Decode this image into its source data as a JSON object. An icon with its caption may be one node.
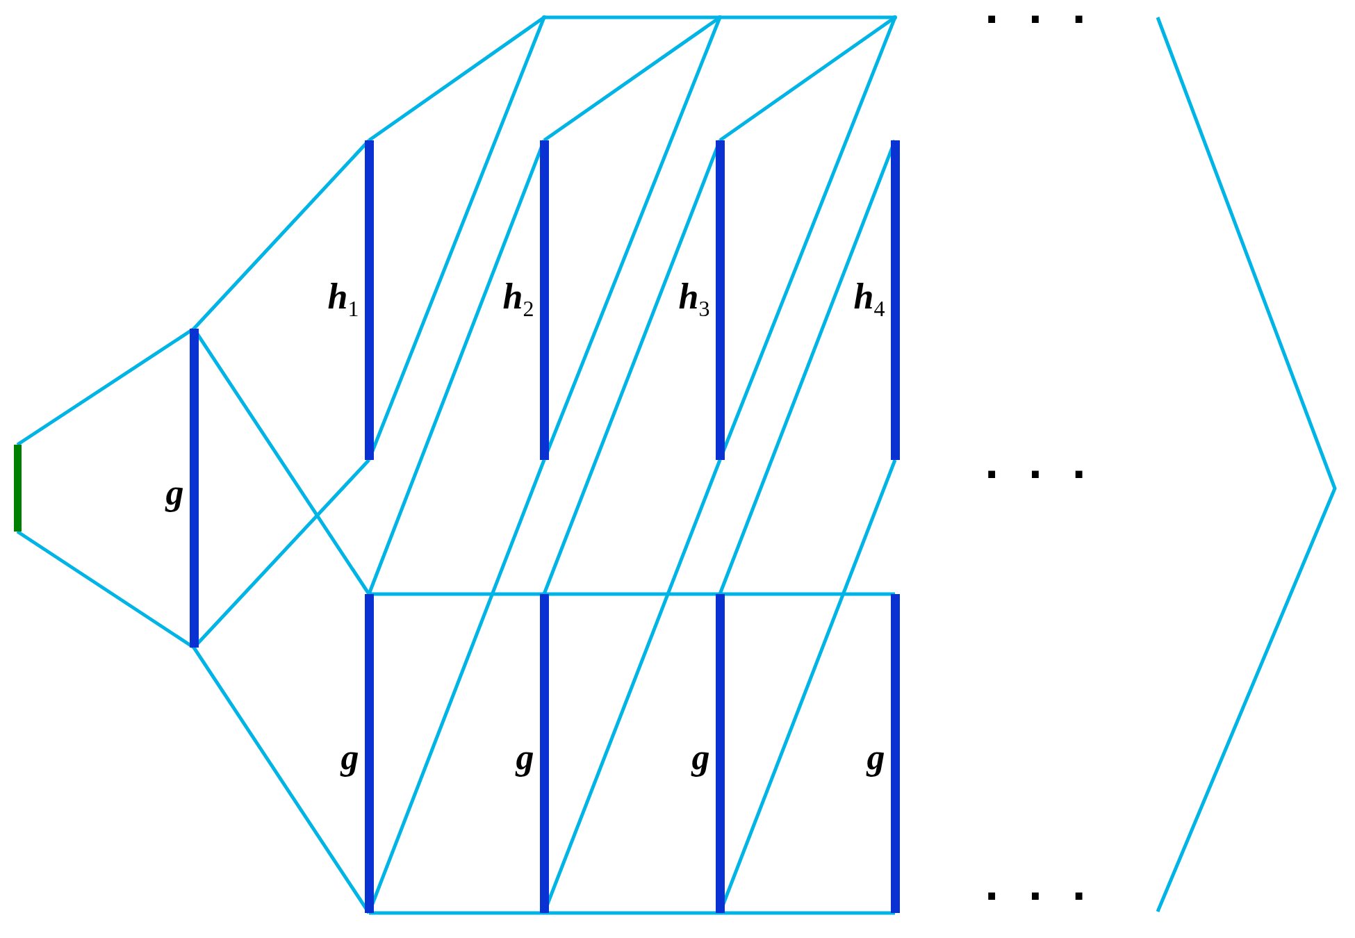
{
  "diagram": {
    "nodes": [
      {
        "text": [],
        "shape": "bar"
      },
      {
        "text": [],
        "shape": "bar",
        "beside": [
          "g"
        ]
      },
      {
        "text": [],
        "shape": "bar",
        "beside": [
          "*h*$_{1}$"
        ]
      },
      {
        "text": [],
        "shape": "bar",
        "beside": [
          "g"
        ]
      },
      {
        "text": [],
        "shape": "dot"
      },
      {
        "text": [],
        "shape": "bar",
        "beside": [
          "*h*$_{2}$"
        ]
      },
      {
        "text": [],
        "shape": "bar",
        "beside": [
          "g"
        ]
      },
      {
        "text": [],
        "shape": "dot"
      },
      {
        "text": [],
        "shape": "bar",
        "beside": [
          "*h*$_{3}$"
        ]
      },
      {
        "text": [],
        "shape": "bar",
        "beside": [
          "g"
        ]
      },
      {
        "text": [],
        "shape": "dot"
      },
      {
        "text": [],
        "shape": "bar",
        "beside": [
          "*h*$_{4}$"
        ]
      },
      {
        "text": [],
        "shape": "bar",
        "beside": [
          "g"
        ]
      }
    ],
    "edges": [
      {
        "from": 0,
        "to": 1,
        "arrow": "none"
      },
      {
        "from": 0,
        "to": 1,
        "arrow": "none"
      },
      {
        "from": 1,
        "to": 2,
        "arrow": "none"
      },
      {
        "from": 1,
        "to": 3,
        "arrow": "none"
      },
      {
        "from": 1,
        "to": 2,
        "arrow": "none"
      },
      {
        "from": 1,
        "to": 3,
        "arrow": "none"
      },
      {
        "from": 2,
        "to": 4,
        "arrow": "none"
      },
      {
        "from": 4,
        "to": 2,
        "arrow": "none"
      },
      {
        "from": 4,
        "to": 7,
        "arrow": "none"
      },
      {
        "from": 7,
        "to": 10,
        "arrow": "none"
      },
      {
        "from": 5,
        "to": 3,
        "arrow": "none"
      },
      {
        "from": 5,
        "to": 3,
        "arrow": "none"
      },
      {
        "from": 5,
        "to": 7,
        "arrow": "none"
      },
      {
        "from": 7,
        "to": 5,
        "arrow": "none"
      },
      {
        "from": 8,
        "to": 6,
        "arrow": "none"
      },
      {
        "from": 8,
        "to": 6,
        "arrow": "none"
      },
      {
        "from": 8,
        "to": 10,
        "arrow": "none"
      },
      {
        "from": 10,
        "to": 8,
        "arrow": "none"
      },
      {
        "from": 11,
        "to": 9,
        "arrow": "none"
      },
      {
        "from": 11,
        "to": 9,
        "arrow": "none"
      },
      {
        "from": 3,
        "to": 6,
        "arrow": "none"
      },
      {
        "from": 6,
        "to": 9,
        "arrow": "none"
      },
      {
        "from": 9,
        "to": 12,
        "arrow": "none"
      },
      {
        "from": 3,
        "to": 6,
        "arrow": "none"
      },
      {
        "from": 6,
        "to": 9,
        "arrow": "none"
      },
      {
        "from": 9,
        "to": 12,
        "arrow": "none"
      }
    ],
    "labels": [
      "· · ·",
      "· · ·",
      "· · ·"
    ]
  }
}
